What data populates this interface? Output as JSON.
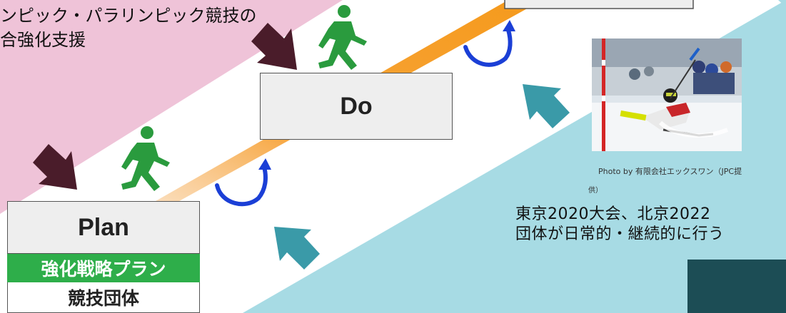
{
  "top_text": {
    "line1": "ンピック・パラリンピック競技の",
    "line2": "合強化支援"
  },
  "boxes": {
    "do_label": "Do",
    "plan_label": "Plan",
    "plan_sub1": "強化戦略プラン",
    "plan_sub2": "競技団体"
  },
  "photo": {
    "caption_line1": "Photo by 有限会社エックスワン（JPC提",
    "caption_line2": "供）"
  },
  "bottom_text": {
    "line1": "東京2020大会、北京2022",
    "line2": "団体が日常的・継続的に行う"
  },
  "colors": {
    "pink_band": "#efc3d8",
    "blue_band": "#a7dbe4",
    "orange_arrow": "#f59a1c",
    "dark_arrow": "#4a1c2a",
    "teal_arrow": "#3a9aa8",
    "runner_green": "#2a9b3e",
    "cycle_blue": "#1b3fd6",
    "plan_green": "#2eae4a",
    "dark_block": "#1c4d55"
  },
  "icons": [
    "runner-icon",
    "down-right-arrow-icon",
    "up-left-arrow-icon",
    "cycle-arrow-icon"
  ]
}
